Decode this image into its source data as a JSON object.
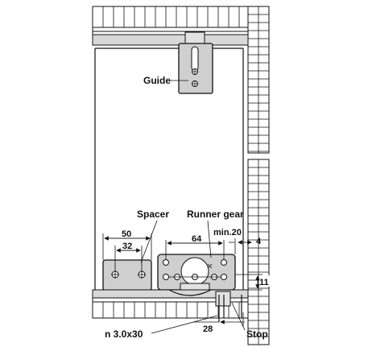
{
  "labels": {
    "guide": "Guide",
    "spacer": "Spacer",
    "runner_gear": "Runner gear",
    "screw": "n 3.0x30",
    "stop": "Stop"
  },
  "dimensions": {
    "spacer_outer": "50",
    "spacer_holes": "32",
    "runner_holes": "64",
    "min_gap": "min.20",
    "side_gap": "4",
    "height": "11",
    "stop_offset": "28"
  }
}
